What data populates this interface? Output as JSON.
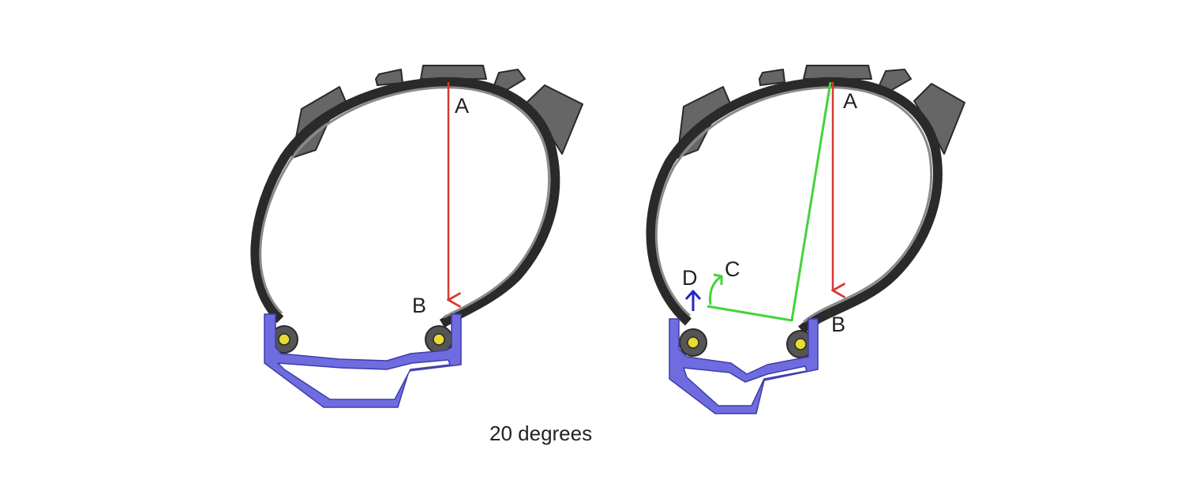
{
  "caption": "20 degrees",
  "left_diagram": {
    "label_top": "A",
    "label_bottom": "B",
    "colors": {
      "force_arrow": "#d9382f",
      "rim": "#6f6ce0",
      "tread": "#666666",
      "bead_core": "#e6dc32"
    }
  },
  "right_diagram": {
    "label_top": "A",
    "label_bottom": "B",
    "label_c": "C",
    "label_d": "D",
    "colors": {
      "force_arrow": "#d9382f",
      "lever_line": "#44d33a",
      "lift_arrow": "#2424c8",
      "rim": "#6f6ce0"
    }
  }
}
